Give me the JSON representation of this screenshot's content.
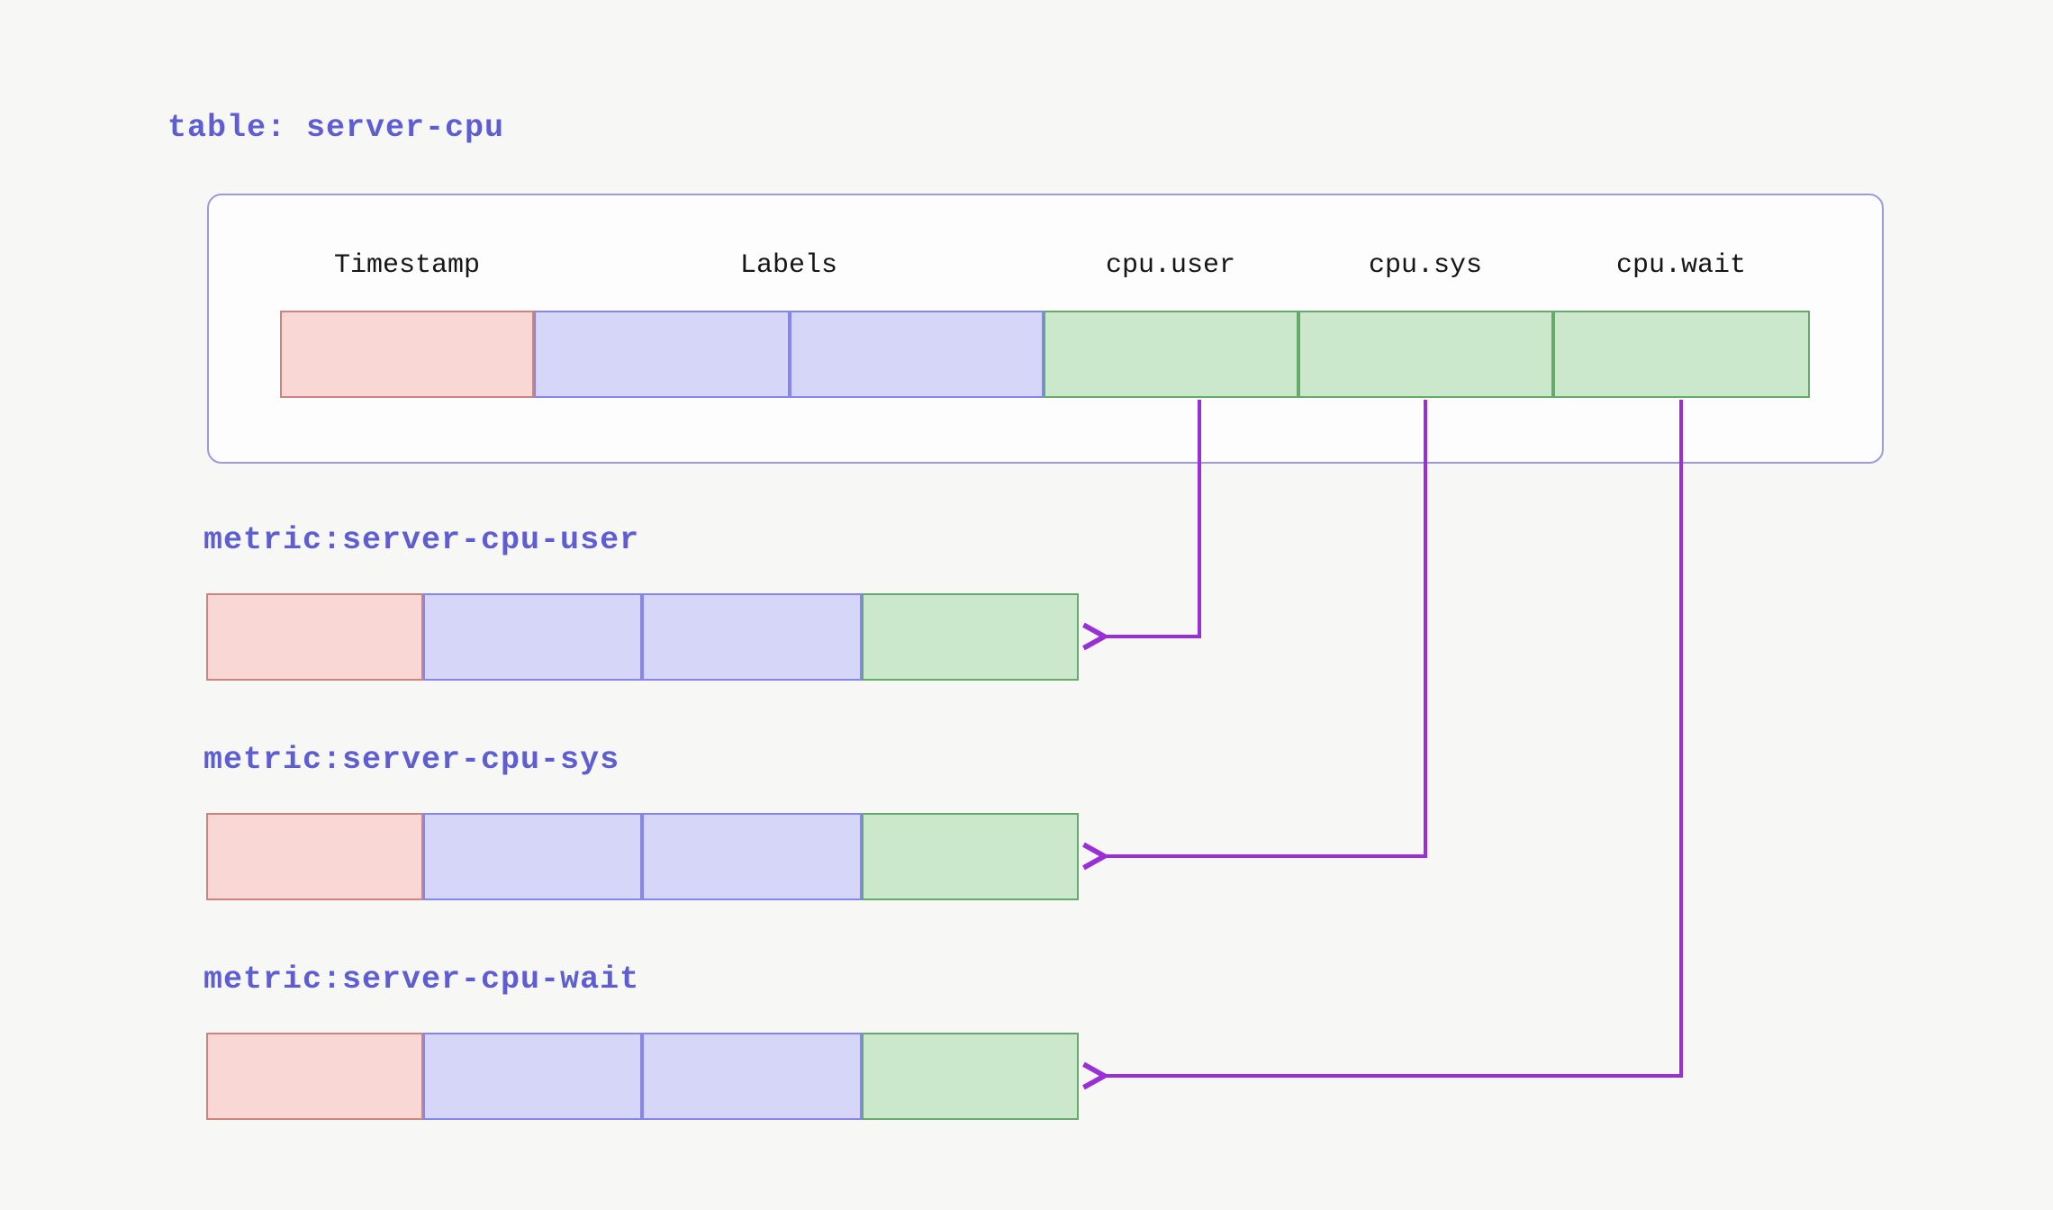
{
  "title": "table: server-cpu",
  "table": {
    "columns": [
      "Timestamp",
      "Labels",
      "cpu.user",
      "cpu.sys",
      "cpu.wait"
    ],
    "row_cell_kinds": [
      "timestamp",
      "label",
      "label",
      "value",
      "value",
      "value"
    ]
  },
  "metrics": [
    {
      "label": "metric:server-cpu-user",
      "source_column": "cpu.user"
    },
    {
      "label": "metric:server-cpu-sys",
      "source_column": "cpu.sys"
    },
    {
      "label": "metric:server-cpu-wait",
      "source_column": "cpu.wait"
    }
  ],
  "metric_row_cell_kinds": [
    "timestamp",
    "label",
    "label",
    "value"
  ],
  "colors": {
    "background": "#f7f7f6",
    "title_text": "#5e5ed2",
    "table_border": "#9a9ade",
    "timestamp_cell_fill": "#f8d7d4",
    "timestamp_cell_border": "#cf837d",
    "label_cell_fill": "#d6d6f9",
    "label_cell_border": "#8585ef",
    "value_cell_fill": "#cbe7cc",
    "value_cell_border": "#66aa69",
    "arrow": "#9a2fd6",
    "header_text": "#161616"
  }
}
